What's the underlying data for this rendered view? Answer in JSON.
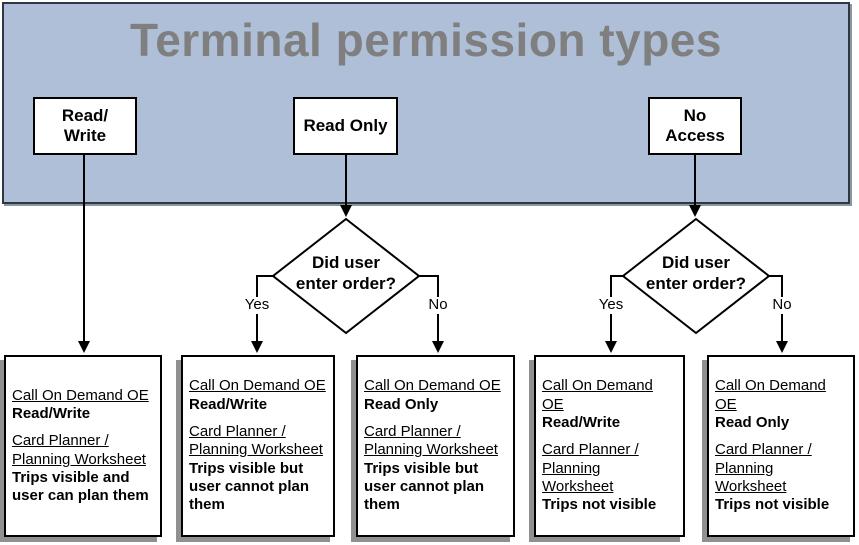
{
  "title": "Terminal permission types",
  "colors": {
    "band_background": "#AEBFD7",
    "title_text": "#7F7F7F",
    "box_background": "#FFFFFF",
    "box_border": "#000000",
    "line_color": "#000000",
    "outcome_shadow": "#909090"
  },
  "permission_boxes": [
    {
      "id": "read-write",
      "label": "Read/\nWrite"
    },
    {
      "id": "read-only",
      "label": "Read Only"
    },
    {
      "id": "no-access",
      "label": "No\nAccess"
    }
  ],
  "decisions": [
    {
      "question": "Did user\nenter order?",
      "yes_label": "Yes",
      "no_label": "No"
    },
    {
      "question": "Did user\nenter order?",
      "yes_label": "Yes",
      "no_label": "No"
    }
  ],
  "outcome_boxes": [
    {
      "app1_name": "Call On Demand OE",
      "app1_permission": "Read/Write",
      "app2_name": "Card Planner /\nPlanning Worksheet",
      "app2_permission": "Trips visible and\nuser can plan them"
    },
    {
      "app1_name": "Call On Demand OE",
      "app1_permission": "Read/Write",
      "app2_name": "Card Planner /\nPlanning Worksheet",
      "app2_permission": "Trips visible but\nuser cannot plan\nthem"
    },
    {
      "app1_name": "Call On Demand OE",
      "app1_permission": "Read Only",
      "app2_name": "Card Planner /\nPlanning Worksheet",
      "app2_permission": "Trips visible but\nuser cannot plan\nthem"
    },
    {
      "app1_name": "Call On Demand\nOE",
      "app1_permission": "Read/Write",
      "app2_name": "Card Planner /\nPlanning\nWorksheet",
      "app2_permission": "Trips not visible"
    },
    {
      "app1_name": "Call On Demand\nOE",
      "app1_permission": "Read Only",
      "app2_name": "Card Planner /\nPlanning\nWorksheet",
      "app2_permission": "Trips not visible"
    }
  ]
}
